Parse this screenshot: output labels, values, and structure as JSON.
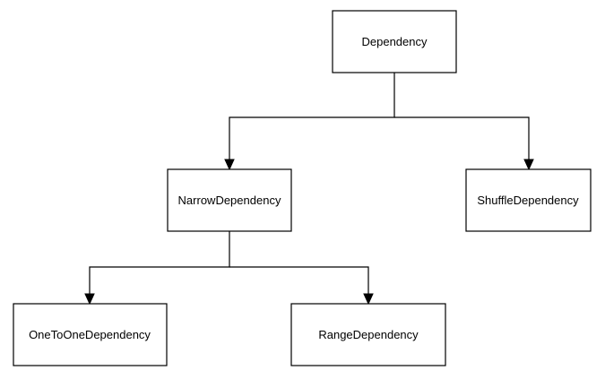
{
  "diagram": {
    "nodes": {
      "root": {
        "label": "Dependency"
      },
      "narrow": {
        "label": "NarrowDependency"
      },
      "shuffle": {
        "label": "ShuffleDependency"
      },
      "one_to_one": {
        "label": "OneToOneDependency"
      },
      "range": {
        "label": "RangeDependency"
      }
    },
    "edges": [
      {
        "from": "Dependency",
        "to": "NarrowDependency"
      },
      {
        "from": "Dependency",
        "to": "ShuffleDependency"
      },
      {
        "from": "NarrowDependency",
        "to": "OneToOneDependency"
      },
      {
        "from": "NarrowDependency",
        "to": "RangeDependency"
      }
    ],
    "colors": {
      "stroke": "#000000",
      "fill": "#ffffff",
      "text": "#000000"
    }
  }
}
